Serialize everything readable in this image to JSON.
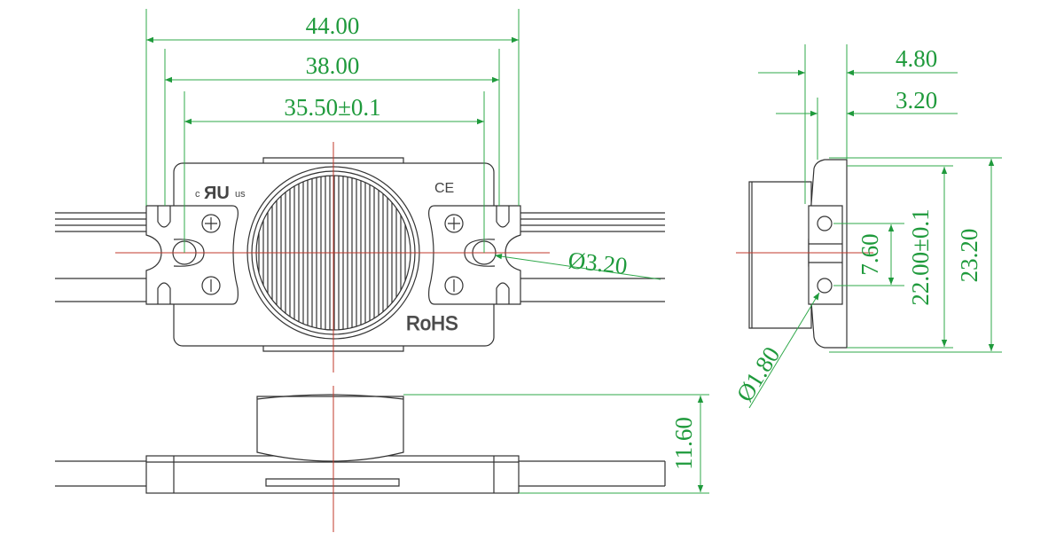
{
  "colors": {
    "dimension": "#1f9a3c",
    "outline": "#333333",
    "centerline": "#c0392b"
  },
  "top_view": {
    "dims": {
      "overall_width": "44.00",
      "mount_span": "38.00",
      "hole_pitch": "35.50±0.1",
      "hole_diameter": "Ø3.20"
    },
    "markings": {
      "ul_c": "c",
      "ul_mark": "ЯU",
      "ul_us": "us",
      "ce": "CE",
      "rohs": "RoHS"
    }
  },
  "front_view": {
    "dims": {
      "height": "11.60"
    }
  },
  "side_view": {
    "dims": {
      "depth_outer": "4.80",
      "depth_inner": "3.20",
      "hole_spacing": "7.60",
      "tab_height": "22.00±0.1",
      "overall_height": "23.20",
      "small_hole": "Ø1.80"
    }
  }
}
